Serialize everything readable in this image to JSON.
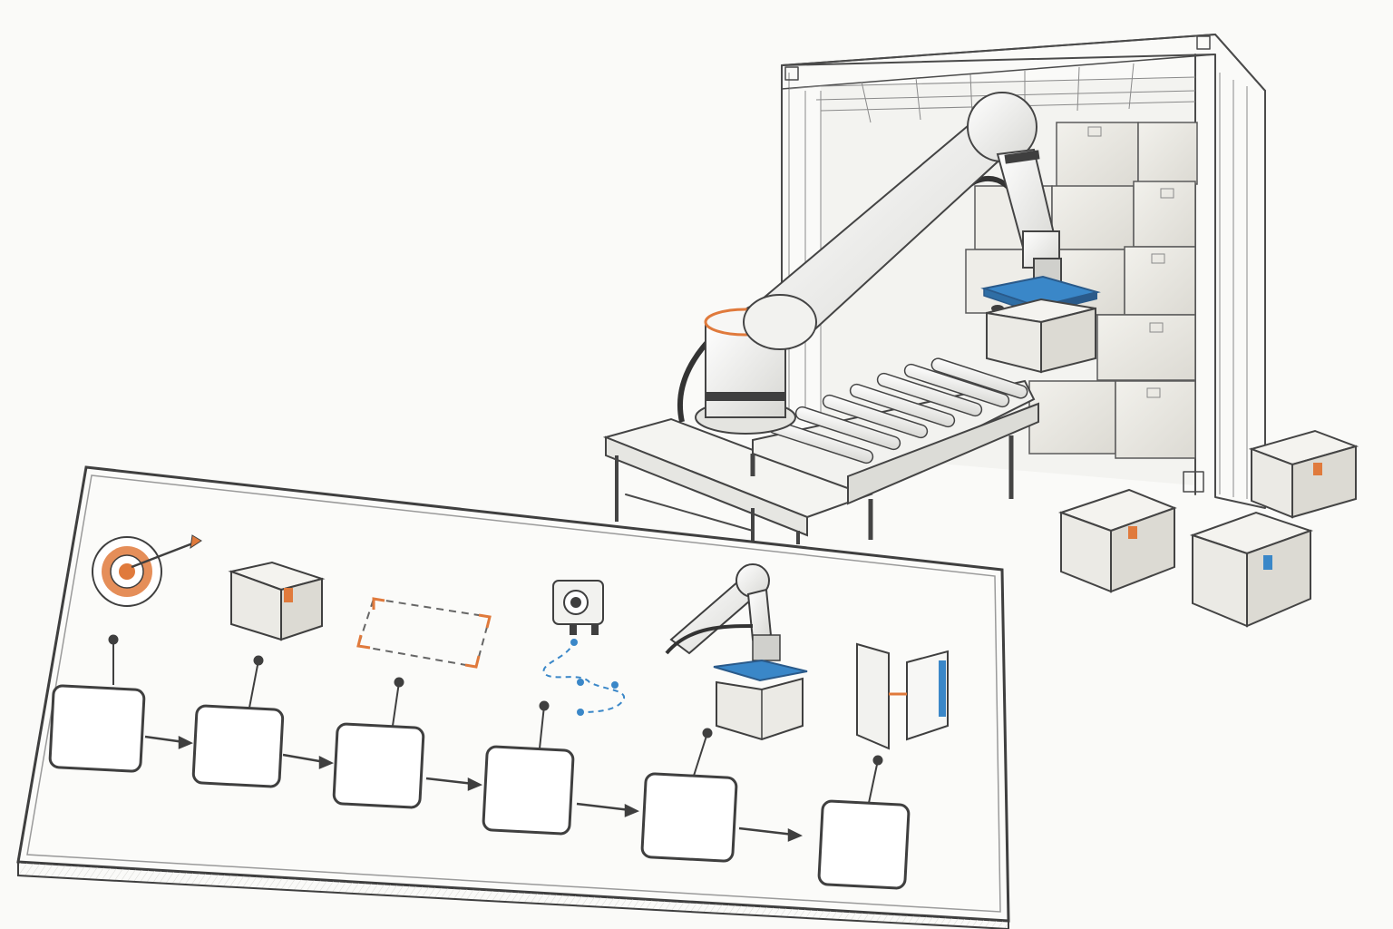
{
  "colors": {
    "background": "#fafaf8",
    "ink": "#3f3f3f",
    "accent_orange": "#e07a3c",
    "accent_blue": "#3a87c8",
    "box_fill": "#ecebe6",
    "panel_fill": "#fbfbf9"
  },
  "workflow_steps": [
    {
      "icon": "target-icon"
    },
    {
      "icon": "package-box-icon"
    },
    {
      "icon": "placement-area-icon"
    },
    {
      "icon": "vision-camera-path-icon"
    },
    {
      "icon": "robot-arm-vacuum-gripper-icon"
    },
    {
      "icon": "container-door-icon"
    }
  ],
  "scene": {
    "elements": [
      "shipping-container",
      "stacked-boxes",
      "robot-arm",
      "vacuum-gripper",
      "roller-conveyor",
      "loose-boxes"
    ]
  }
}
